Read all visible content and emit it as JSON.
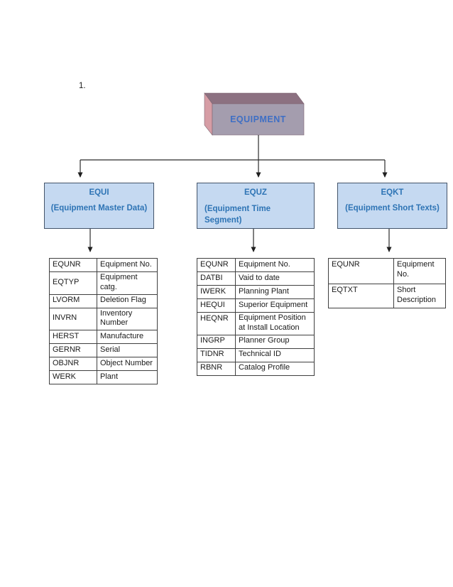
{
  "page": {
    "number_label": "1."
  },
  "root": {
    "title": "EQUIPMENT"
  },
  "entities": [
    {
      "title": "EQUI",
      "subtitle": "(Equipment Master Data)",
      "fields": [
        {
          "code": "EQUNR",
          "desc": "Equipment No."
        },
        {
          "code": "EQTYP",
          "desc": "Equipment catg."
        },
        {
          "code": "LVORM",
          "desc": "Deletion Flag"
        },
        {
          "code": "INVRN",
          "desc": "Inventory Number"
        },
        {
          "code": "HERST",
          "desc": "Manufacture"
        },
        {
          "code": "GERNR",
          "desc": "Serial"
        },
        {
          "code": "OBJNR",
          "desc": "Object Number"
        },
        {
          "code": "WERK",
          "desc": "Plant"
        }
      ]
    },
    {
      "title": "EQUZ",
      "subtitle": "(Equipment Time Segment)",
      "fields": [
        {
          "code": "EQUNR",
          "desc": "Equipment No."
        },
        {
          "code": "DATBI",
          "desc": "Vaid to date"
        },
        {
          "code": "IWERK",
          "desc": "Planning Plant"
        },
        {
          "code": "HEQUI",
          "desc": "Superior Equipment"
        },
        {
          "code": "HEQNR",
          "desc": "Equipment Position at Install Location"
        },
        {
          "code": "INGRP",
          "desc": "Planner Group"
        },
        {
          "code": "TIDNR",
          "desc": "Technical ID"
        },
        {
          "code": "RBNR",
          "desc": "Catalog Profile"
        }
      ]
    },
    {
      "title": "EQKT",
      "subtitle": "(Equipment Short Texts)",
      "fields": [
        {
          "code": "EQUNR",
          "desc": "Equipment No."
        },
        {
          "code": "EQTXT",
          "desc": "Short Description"
        }
      ]
    }
  ],
  "colors": {
    "entity_box_fill": "#c5d9f1",
    "entity_box_border": "#44546a",
    "entity_title_blue": "#2e74b5",
    "equipment_text_blue": "#3f6fc4",
    "cube_front": "#a49dae",
    "cube_top": "#8c7181",
    "cube_left": "#d69da5",
    "connector_line": "#2b2b2b",
    "table_border": "#3f3f3f"
  }
}
